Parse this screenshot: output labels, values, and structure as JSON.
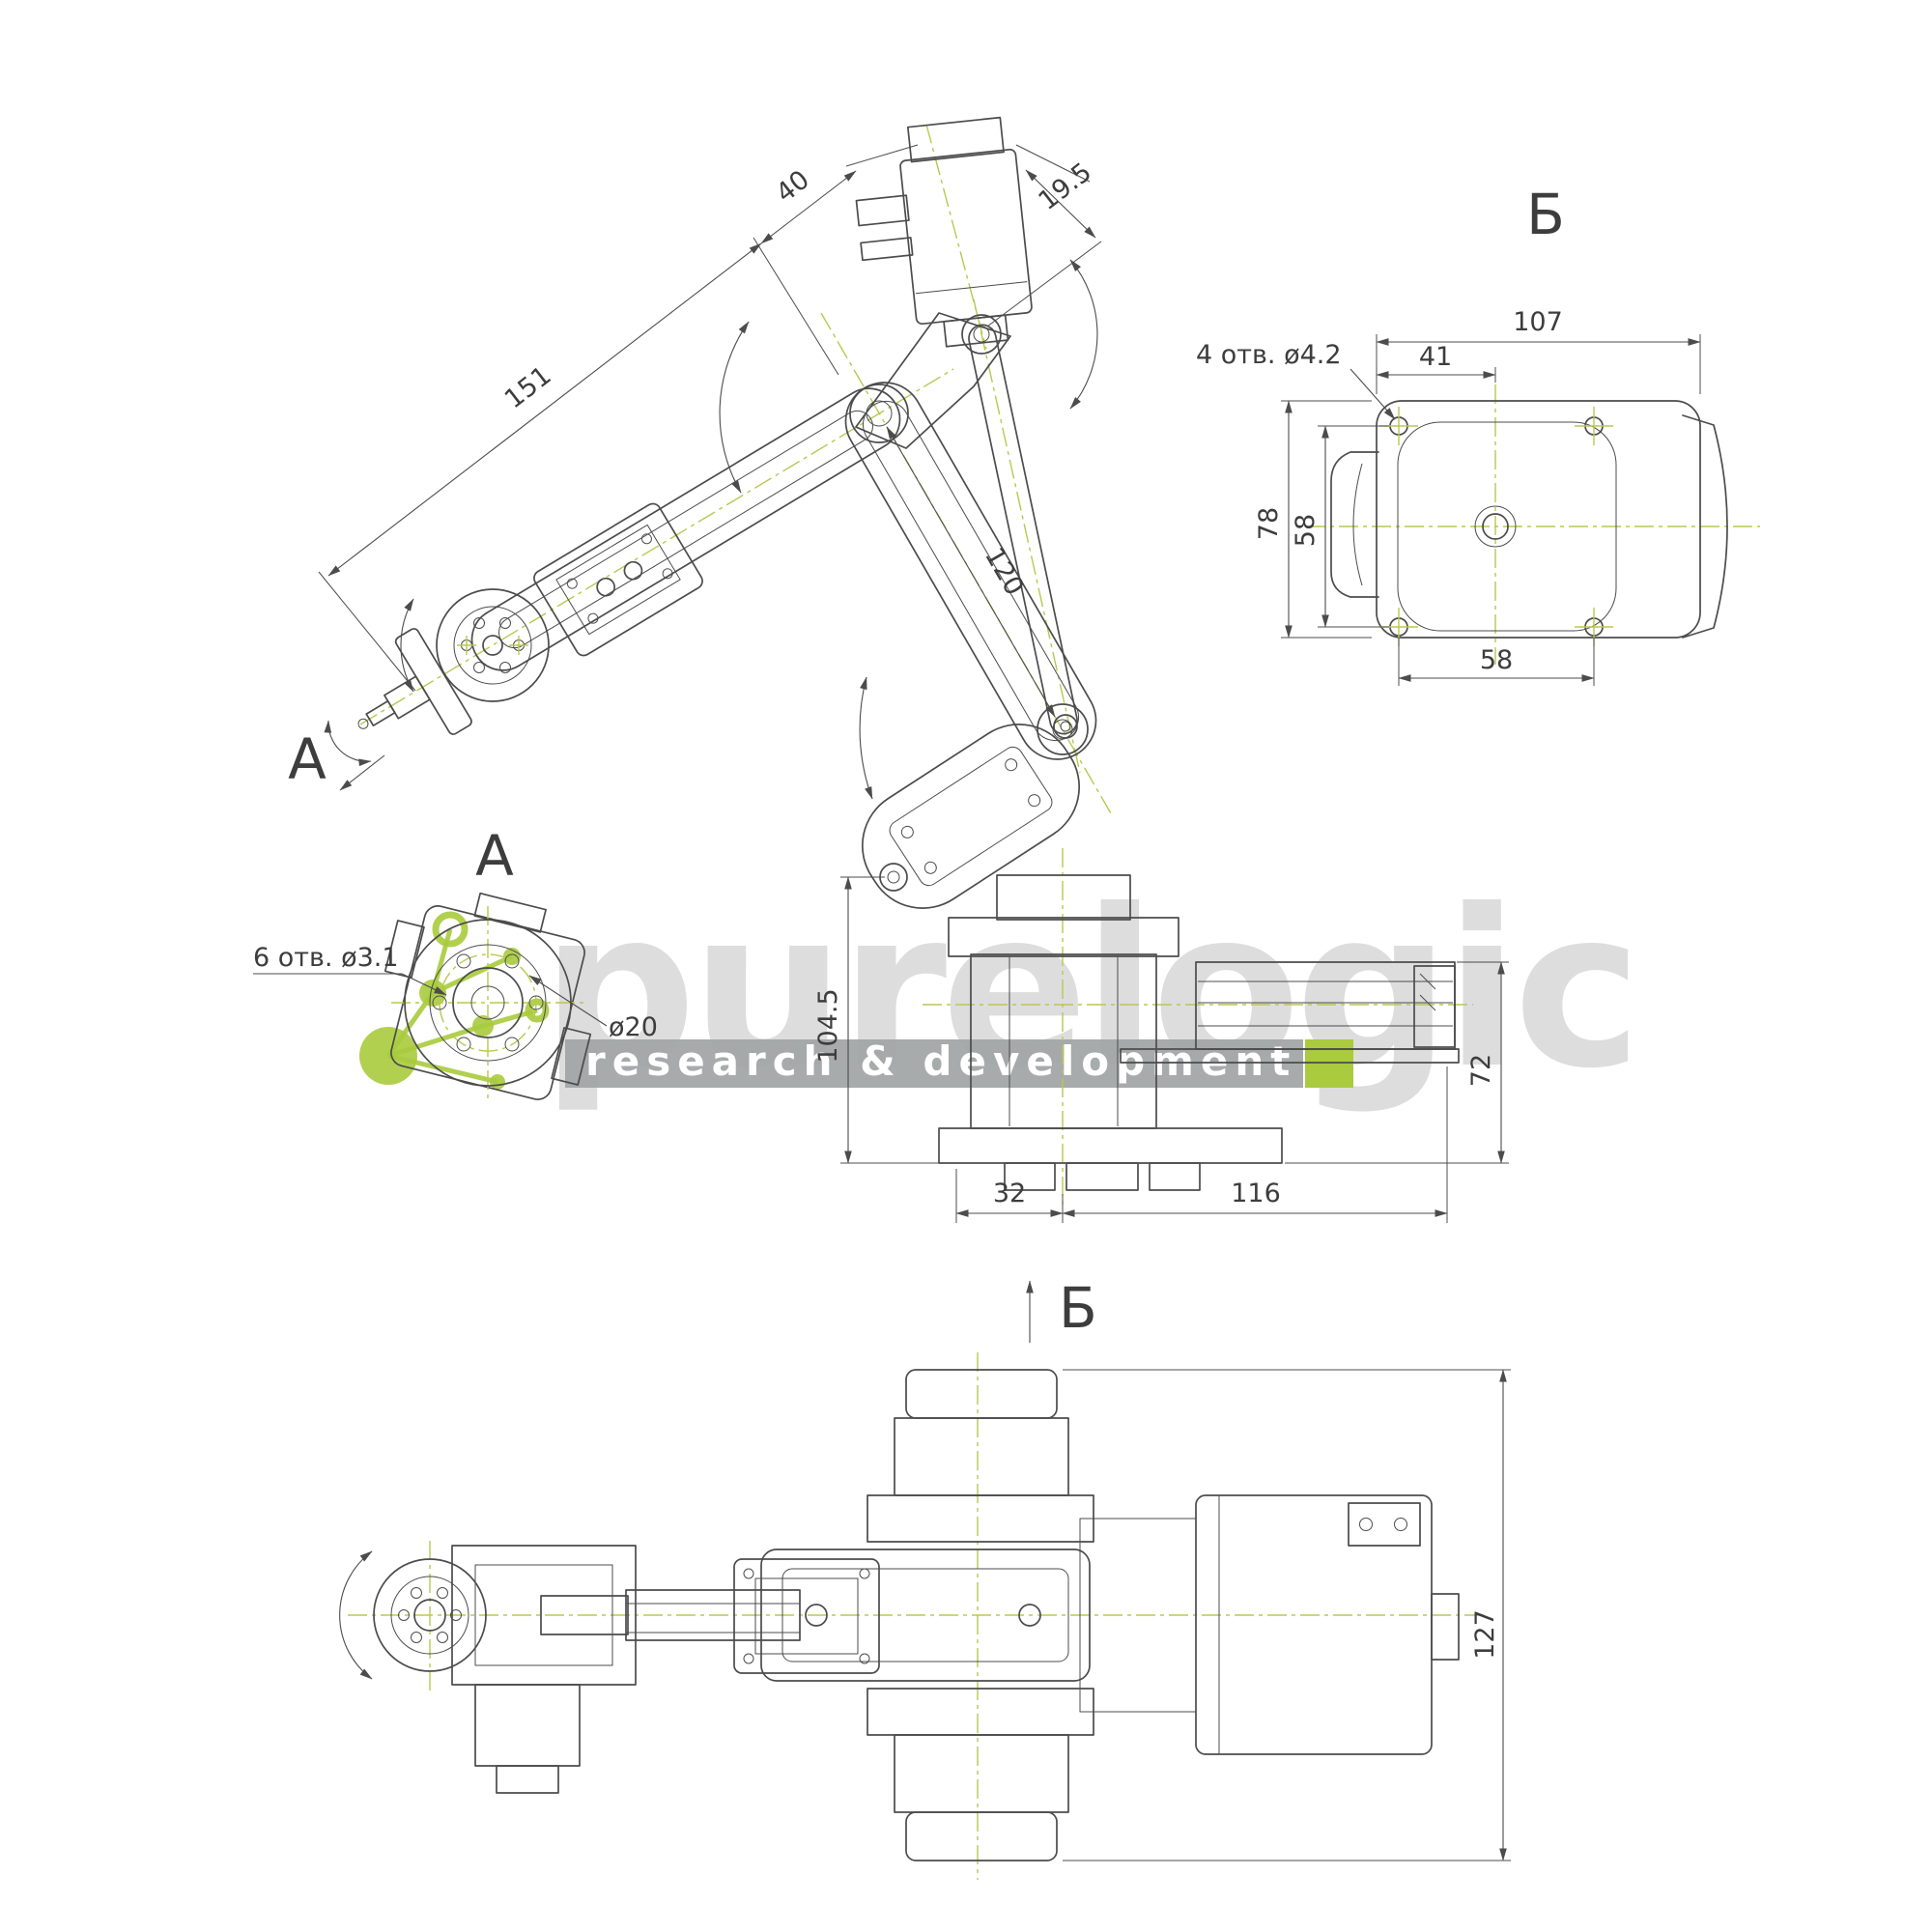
{
  "watermark": {
    "brand": "purelogic",
    "tagline": "research & development",
    "accent_color": "#a9cb3d"
  },
  "drawing": {
    "line_color": "#4c4c4c",
    "centerline_color": "#b9c84f"
  },
  "views": {
    "side": {
      "view_arrow_label": "А",
      "dims": {
        "top_block_width": "40",
        "link_offset": "19.5",
        "forearm_length": "151",
        "upper_arm_length": "120",
        "base_height": "104.5",
        "bracket_height": "72",
        "base_front_offset": "32",
        "base_length": "116"
      }
    },
    "detail_b": {
      "title": "Б",
      "holes_note": "4 отв. ø4.2",
      "dims": {
        "overall_width": "107",
        "hole_offset": "41",
        "overall_height": "78",
        "hole_spacing_vertical": "58",
        "hole_spacing_horizontal": "58"
      }
    },
    "detail_a": {
      "title": "А",
      "holes_note": "6 отв. ø3.1",
      "bolt_circle_dia": "ø20"
    },
    "top": {
      "view_arrow_label": "Б",
      "dims": {
        "overall_width": "127"
      }
    }
  }
}
